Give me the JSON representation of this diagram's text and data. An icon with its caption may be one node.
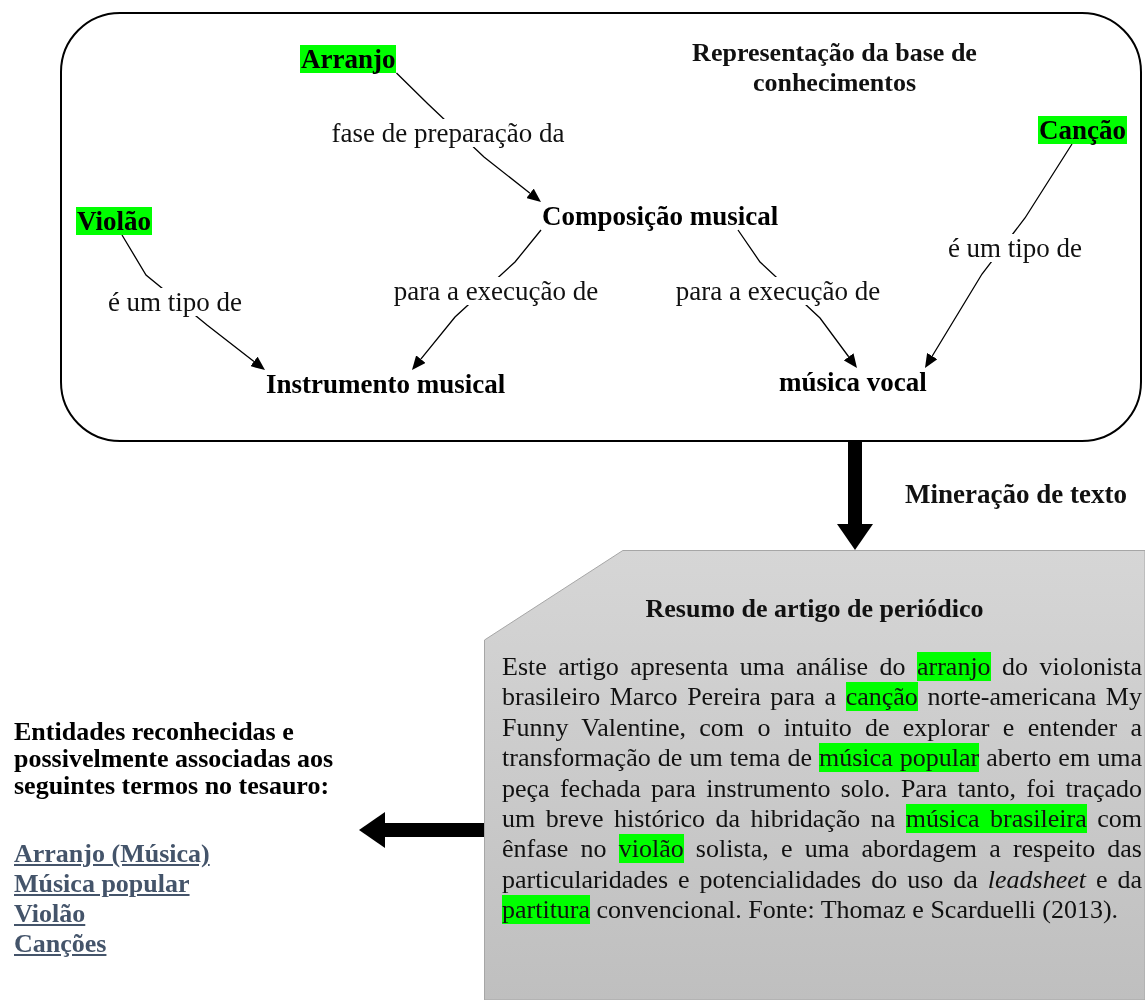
{
  "diagram": {
    "nodes": [
      {
        "text": [
          "Representação da base de conhecimentos"
        ]
      },
      {
        "text": [
          "Arranjo"
        ],
        "in": 0
      },
      {
        "text": [
          "Composição musical"
        ],
        "in": 0
      },
      {
        "text": [
          "Violão"
        ],
        "in": 0
      },
      {
        "text": [
          "Canção"
        ],
        "in": 0
      },
      {
        "text": [
          "Instrumento musical"
        ],
        "in": 0
      },
      {
        "text": [
          "música vocal"
        ],
        "in": 0
      },
      {
        "text": [
          "Resumo de artigo de periódico",
          "Este artigo apresenta uma análise do arranjo do violonista brasileiro Marco Pereira para a canção norte-americana My Funny Valentine, com o intuito de explorar e entender a transformação de um tema de música popular aberto em uma peça fechada para instrumento solo. Para tanto, foi traçado um breve histórico da hibridação na música brasileira com ênfase no violão solista, e uma abordagem a respeito das particularidades e potencialidades do uso da *leadsheet* e da partitura convencional. Fonte: Thomaz e Scarduelli (2013)."
        ]
      },
      {
        "text": [
          "Entidades reconhecidas e possivelmente associadas aos seguintes termos no tesauro:",
          "Arranjo (Música)",
          "Música popular",
          "Violão",
          "Canções"
        ]
      }
    ],
    "edges": [
      {
        "from": 1,
        "to": 2,
        "arrow": "to",
        "label": "fase de preparação da"
      },
      {
        "from": 3,
        "to": 5,
        "arrow": "to",
        "label": "é um tipo de"
      },
      {
        "from": 2,
        "to": 5,
        "arrow": "to",
        "label": "para a execução de"
      },
      {
        "from": 2,
        "to": 6,
        "arrow": "to",
        "label": "para a execução de"
      },
      {
        "from": 4,
        "to": 6,
        "arrow": "to",
        "label": "é um tipo de"
      },
      {
        "from": 0,
        "to": 7,
        "arrow": "to",
        "label": "Mineração de texto",
        "style": "thick"
      },
      {
        "from": 7,
        "to": 8,
        "arrow": "to",
        "style": "thick"
      }
    ]
  }
}
